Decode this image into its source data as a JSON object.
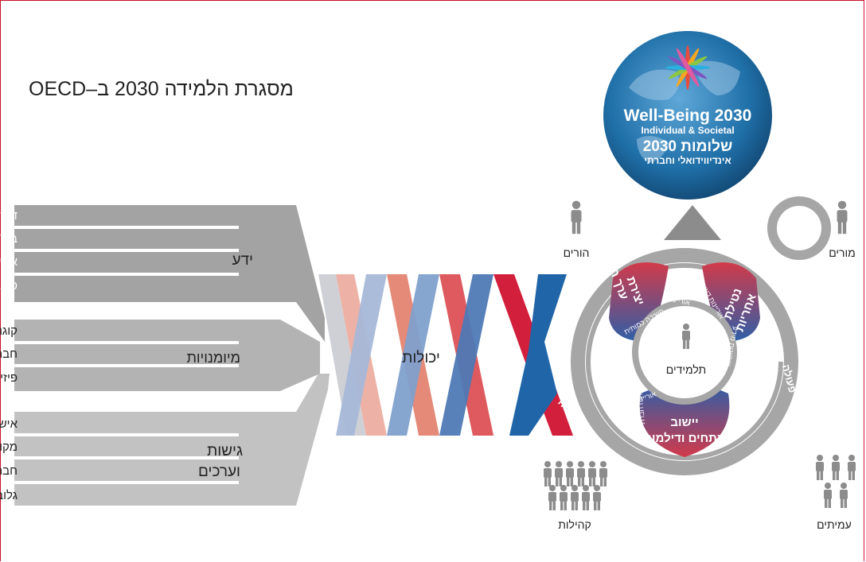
{
  "title": "מסגרת הלמידה 2030 ב–OECD",
  "globe": {
    "line1": "Well-Being 2030",
    "line2": "Individual & Societal",
    "line3": "שלומות 2030",
    "line4": "אינדיווידואלי וחברתי"
  },
  "knowledge": {
    "label": "ידע",
    "items": [
      "דיסציפלינרי (תחומי)",
      "בין־תחומי",
      "אפיסטמי",
      "פרוצדורלי (נוהלי)"
    ]
  },
  "skills": {
    "label": "מיומנויות",
    "items": [
      "קוגניטיביות ומטה־קוגניטיביות",
      "חברתיות ורגשיות",
      "פיזיות ומעשיות"
    ]
  },
  "attitudes": {
    "label_line1": "גישות",
    "label_line2": "וערכים",
    "items": [
      "אישי",
      "מקומי",
      "חברתי",
      "גלובלי"
    ]
  },
  "competencies_label": "יכולות",
  "compass": {
    "center": "תלמידים",
    "petal_top_left_line1": "יצירת",
    "petal_top_left_line2": "ערך חדש",
    "petal_top_right_line1": "נטילת",
    "petal_top_right_line2": "אחריות",
    "petal_bottom_line1": "יישוב",
    "petal_bottom_line2": "מתחים ודילמות",
    "ring_anticipation": "צפייה",
    "ring_action": "פעולה",
    "ring_reflection": "רפלקציה",
    "inner_literacy": "אוריינות",
    "inner_computational": "חשיבה כמותית",
    "inner_digital": "אוריינות דיגיטלית",
    "inner_data": "אוריינות מידע",
    "inner_health": "אוריינות בריאותית",
    "inner_social": "פיתוח חברתי ורגשי"
  },
  "people": {
    "parents": "הורים",
    "teachers": "מורים",
    "peers": "עמיתים",
    "communities": "קהילות"
  }
}
